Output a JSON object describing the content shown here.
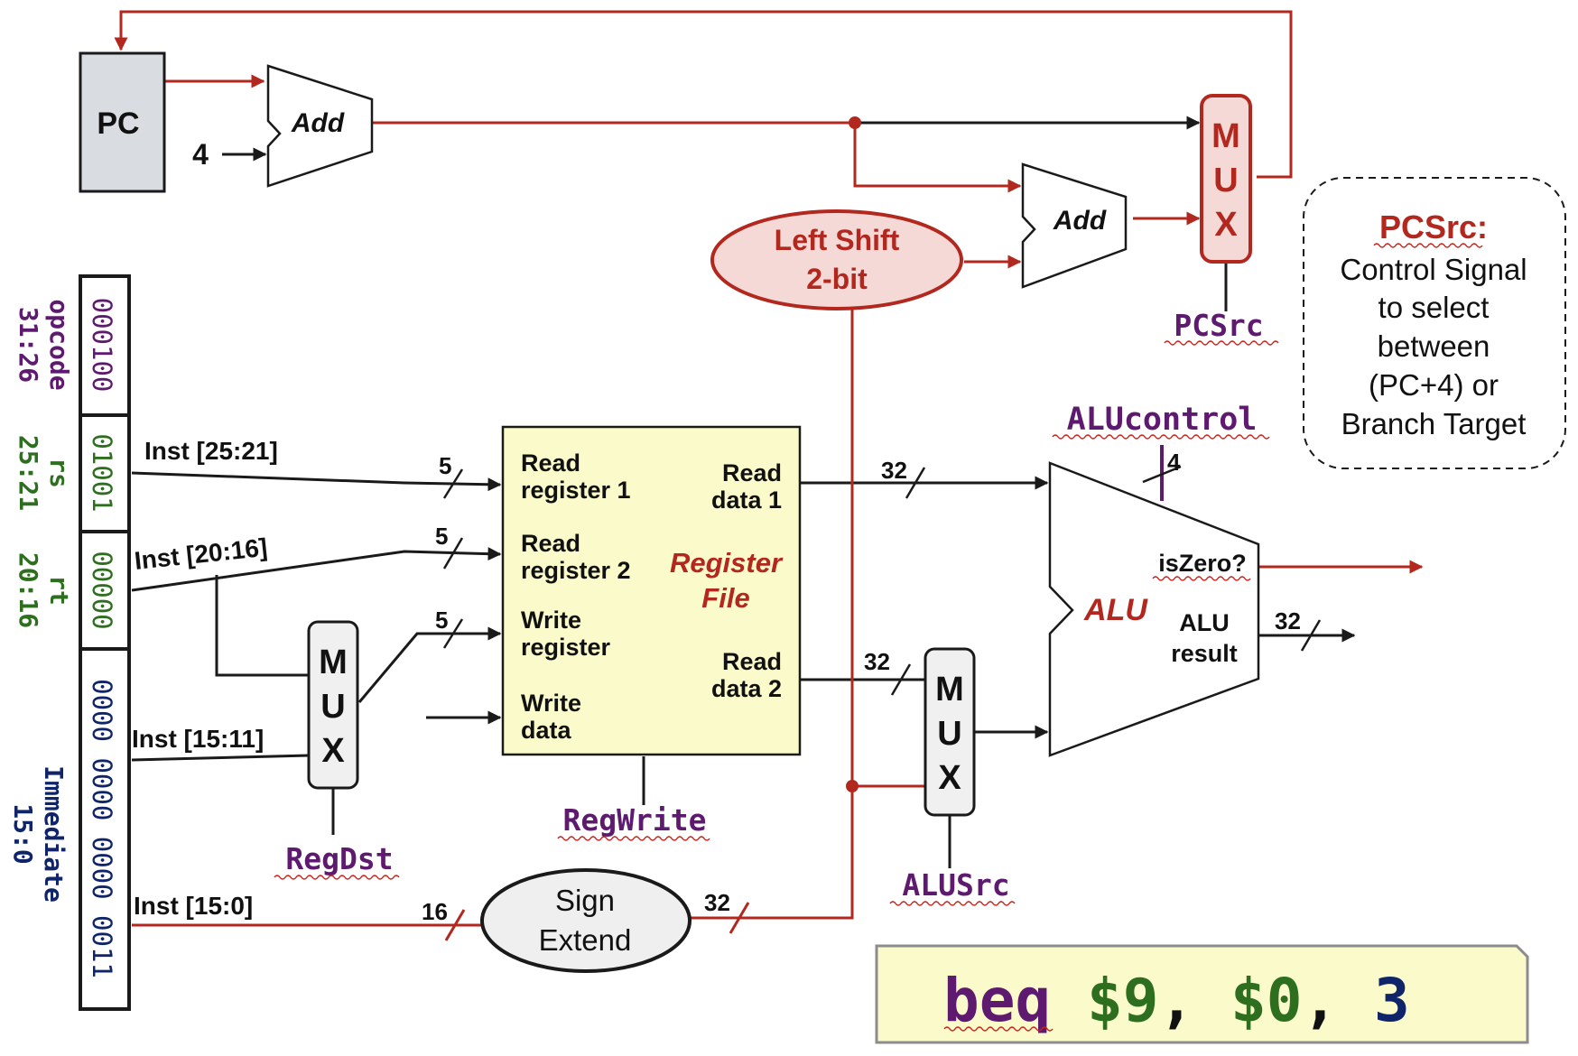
{
  "pc": {
    "label": "PC"
  },
  "const_four": "4",
  "adder_top": {
    "label": "Add"
  },
  "adder_branch": {
    "label": "Add"
  },
  "left_shift": {
    "line1": "Left Shift",
    "line2": "2-bit"
  },
  "pc_mux": {
    "letters": [
      "M",
      "U",
      "X"
    ],
    "signal": "PCSrc"
  },
  "pcsrc_note": {
    "title": "PCSrc:",
    "lines": [
      "Control Signal",
      "to select",
      "between",
      "(PC+4) or",
      "Branch Target"
    ]
  },
  "instruction": {
    "fields": [
      {
        "name": "opcode",
        "bits": "31:26",
        "value": "000100"
      },
      {
        "name": "rs",
        "bits": "25:21",
        "value": "01001"
      },
      {
        "name": "rt",
        "bits": "20:16",
        "value": "00000"
      },
      {
        "name": "Immediate",
        "bits": "15:0",
        "value": "0000 0000 0000 0011"
      }
    ]
  },
  "wire_labels": {
    "inst_25_21": "Inst [25:21]",
    "inst_20_16": "Inst [20:16]",
    "inst_15_11": "Inst [15:11]",
    "inst_15_0": "Inst [15:0]",
    "w_rr1": "5",
    "w_rr2": "5",
    "w_wr": "5",
    "w_rd1": "32",
    "w_rd2": "32",
    "w_alu_result": "32",
    "w_alu_ctrl": "4",
    "w_imm": "16",
    "w_sext": "32"
  },
  "regdst_mux": {
    "letters": [
      "M",
      "U",
      "X"
    ],
    "signal": "RegDst"
  },
  "register_file": {
    "title_line1": "Register",
    "title_line2": "File",
    "read_reg1": [
      "Read",
      "register 1"
    ],
    "read_reg2": [
      "Read",
      "register 2"
    ],
    "write_reg": [
      "Write",
      "register"
    ],
    "write_data": [
      "Write",
      "data"
    ],
    "read_data1": [
      "Read",
      "data 1"
    ],
    "read_data2": [
      "Read",
      "data 2"
    ],
    "signal": "RegWrite"
  },
  "alusrc_mux": {
    "letters": [
      "M",
      "U",
      "X"
    ],
    "signal": "ALUSrc"
  },
  "alu": {
    "label": "ALU",
    "is_zero": "isZero?",
    "result": [
      "ALU",
      "result"
    ],
    "control": "ALUcontrol"
  },
  "sign_extend": {
    "line1": "Sign",
    "line2": "Extend"
  },
  "asm": {
    "op": "beq",
    "rs": "$9",
    "comma1": ",",
    "rt": "$0",
    "comma2": ",",
    "imm": "3"
  },
  "colors": {
    "datapath_red": "#b2281f",
    "control_purple": "#5e1a6e",
    "register_file_fill": "#fbfacb",
    "pc_fill": "#d9dce1"
  }
}
